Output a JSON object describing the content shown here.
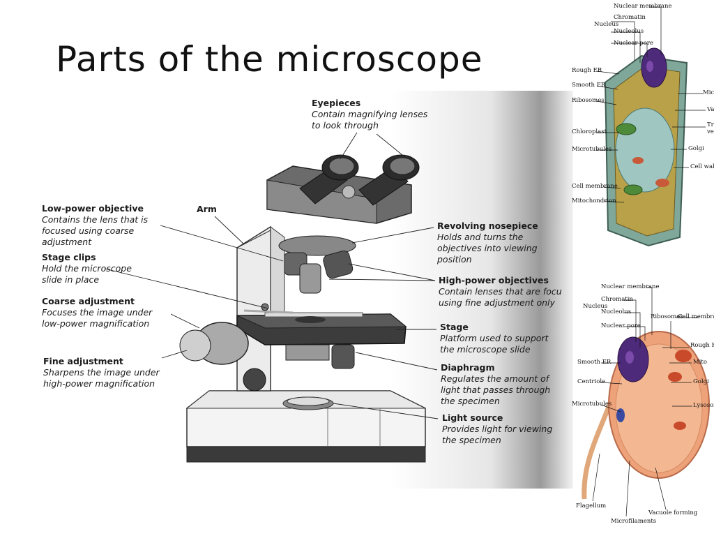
{
  "slide": {
    "title": "Parts of the microscope"
  },
  "microscope_labels": {
    "eyepieces": {
      "heading": "Eyepieces",
      "desc": "Contain magnifying lenses\nto look through"
    },
    "arm": {
      "heading": "Arm",
      "desc": ""
    },
    "low_power": {
      "heading": "Low-power objective",
      "desc": "Contains the lens that is\nfocused using coarse\nadjustment"
    },
    "stage_clips": {
      "heading": "Stage clips",
      "desc": "Hold the microscope\nslide in place"
    },
    "coarse": {
      "heading": "Coarse adjustment",
      "desc": "Focuses the image under\nlow-power magnification"
    },
    "fine": {
      "heading": "Fine adjustment",
      "desc": "Sharpens the image under\nhigh-power magnification"
    },
    "nosepiece": {
      "heading": "Revolving nosepiece",
      "desc": "Holds and turns the\nobjectives into viewing\nposition"
    },
    "high_power": {
      "heading": "High-power objectives",
      "desc": "Contain lenses that are focu\nusing fine adjustment only"
    },
    "stage": {
      "heading": "Stage",
      "desc": "Platform used to support\nthe microscope slide"
    },
    "diaphragm": {
      "heading": "Diaphragm",
      "desc": "Regulates the amount of\nlight that passes through\nthe specimen"
    },
    "light_source": {
      "heading": "Light source",
      "desc": "Provides light for viewing\nthe specimen"
    }
  },
  "plant_cell_labels": {
    "nuclear_membrane": "Nuclear membrane",
    "chromatin": "Chromatin",
    "nucleus": "Nucleus",
    "nucleolus": "Nucleolus",
    "nuclear_pore": "Nuclear pore",
    "rough_er": "Rough ER",
    "smooth_er": "Smooth ER",
    "ribosomes": "Ribosomes",
    "microfilaments": "Microfilaments",
    "vacuole": "Vacuole",
    "transport_vesicle": "Transport\nvesicle",
    "golgi": "Golgi",
    "cell_wall": "Cell wall",
    "chloroplast": "Chloroplast",
    "microtubules": "Microtubules",
    "cell_membrane": "Cell membrane",
    "mitochondrion": "Mitochondrion"
  },
  "animal_cell_labels": {
    "nuclear_membrane": "Nuclear membrane",
    "chromatin": "Chromatin",
    "nucleus": "Nucleus",
    "nucleolus": "Nucleolus",
    "nuclear_pore": "Nuclear pore",
    "ribosomes": "Ribosomes",
    "cell_membrane": "Cell membrane",
    "rough_er": "Rough ER",
    "mito": "Mito",
    "smooth_er": "Smooth ER",
    "centriole": "Centriole",
    "golgi": "Golgi",
    "microtubules": "Microtubules",
    "lysosome": "Lysosome",
    "flagellum": "Flagellum",
    "microfilaments": "Microfilaments",
    "vacuole_forming": "Vacuole forming"
  }
}
